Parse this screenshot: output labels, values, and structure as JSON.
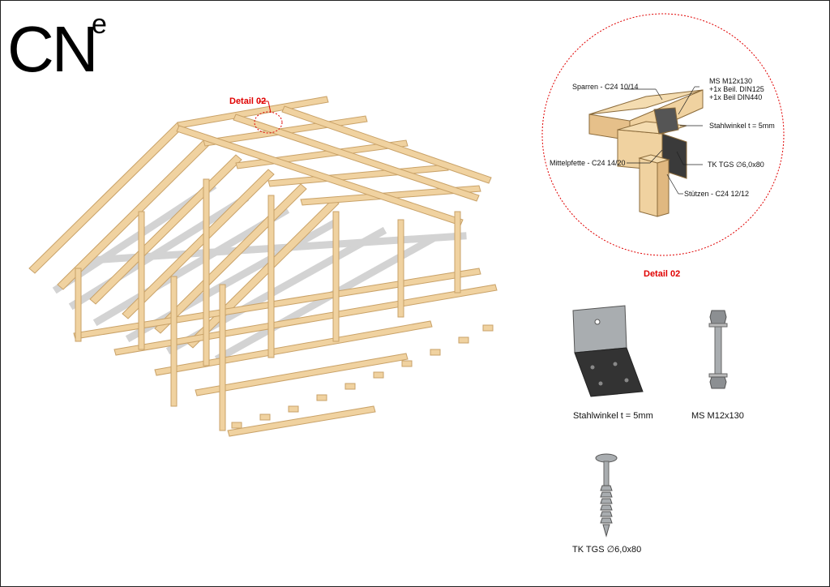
{
  "logo": {
    "main": "CN",
    "sup": "e"
  },
  "frame_callout": "Detail 02",
  "detail": {
    "title": "Detail 02",
    "labels": {
      "sparren": "Sparren - C24 10/14",
      "ms_line1": "MS M12x130",
      "ms_line2": "+1x Beil. DIN125",
      "ms_line3": "+1x Beil DIN440",
      "stahlwinkel": "Stahlwinkel t = 5mm",
      "mittelpfette": "Mittelpfette - C24 14/20",
      "tk": "TK TGS ∅6,0x80",
      "stuetzen": "Stützen - C24 12/12"
    }
  },
  "parts": {
    "bracket": "Stahlwinkel t = 5mm",
    "bolt": "MS M12x130",
    "screw": "TK TGS ∅6,0x80"
  },
  "colors": {
    "wood": "#f0d2a0",
    "wood_dark": "#c9a268",
    "shadow": "#d0d0d0",
    "accent": "#e00000",
    "steel": "#8c8f92"
  }
}
